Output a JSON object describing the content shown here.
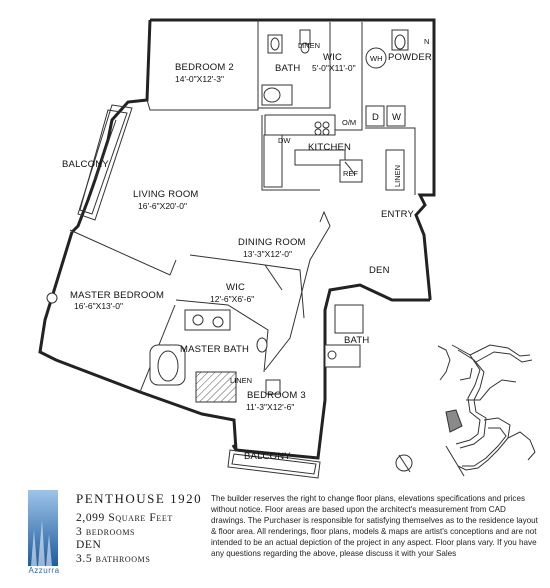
{
  "plan": {
    "rooms": {
      "bedroom2": {
        "name": "BEDROOM 2",
        "dims": "14'-0\"X12'-3\""
      },
      "bath1": {
        "name": "BATH"
      },
      "linen1": {
        "name": "LINEN"
      },
      "wic1": {
        "name": "WIC",
        "dims": "5'-0\"X11'-0\""
      },
      "wh": {
        "name": "WH"
      },
      "powder": {
        "name": "POWDER"
      },
      "dryer": {
        "name": "D"
      },
      "washer": {
        "name": "W"
      },
      "om": {
        "name": "O/M"
      },
      "dw": {
        "name": "DW"
      },
      "kitchen": {
        "name": "KITCHEN"
      },
      "ref": {
        "name": "REF"
      },
      "linen2": {
        "name": "LINEN"
      },
      "balcony1": {
        "name": "BALCONY"
      },
      "living": {
        "name": "LIVING ROOM",
        "dims": "16'-6\"X20'-0\""
      },
      "entry": {
        "name": "ENTRY"
      },
      "dining": {
        "name": "DINING ROOM",
        "dims": "13'-3\"X12'-0\""
      },
      "den": {
        "name": "DEN"
      },
      "wic2": {
        "name": "WIC",
        "dims": "12'-6\"X6'-6\""
      },
      "master": {
        "name": "MASTER BEDROOM",
        "dims": "16'-6\"X13'-0\""
      },
      "masterbath": {
        "name": "MASTER BATH"
      },
      "linen3": {
        "name": "LINEN"
      },
      "bath2": {
        "name": "BATH"
      },
      "bedroom3": {
        "name": "BEDROOM 3",
        "dims": "11'-3\"X12'-6\""
      },
      "balcony2": {
        "name": "BALCONY"
      }
    },
    "north_label": "N"
  },
  "footer": {
    "logo_text": "Azzurra",
    "unit_title": "PENTHOUSE 1920",
    "specs": [
      "2,099 Square Feet",
      "3 bedrooms",
      "DEN",
      "3.5 bathrooms"
    ],
    "disclaimer": "The builder reserves the right to change floor plans, elevations specifications and prices without notice. Floor areas are based upon the architect's measurement from CAD drawings. The Purchaser is responsible for satisfying themselves as to the residence layout & floor area. All renderings, floor plans, models & maps are artist's conceptions and are not intended to be an actual depiction of the project in any aspect. Floor plans vary. If you have any questions regarding the above, please discuss it with your Sales"
  },
  "colors": {
    "logo_blue": "#2a6aa8",
    "wall": "#222222",
    "highlight": "#8a8a8a"
  }
}
